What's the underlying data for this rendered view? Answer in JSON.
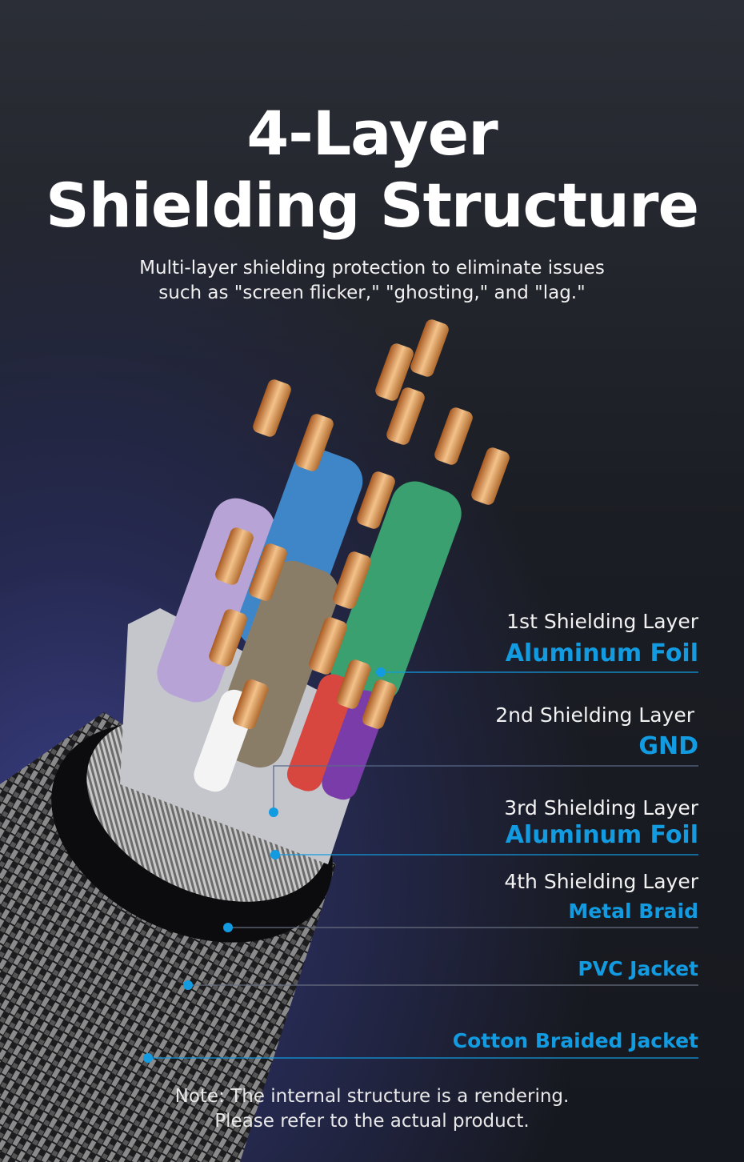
{
  "title_line1": "4-Layer",
  "title_line2": "Shielding Structure",
  "subtitle_line1": "Multi-layer shielding protection to eliminate issues",
  "subtitle_line2": "such as \"screen flicker,\" \"ghosting,\" and \"lag.\"",
  "layers": [
    {
      "heading": "1st Shielding Layer",
      "material": "Aluminum Foil"
    },
    {
      "heading": "2nd Shielding Layer",
      "material": "GND"
    },
    {
      "heading": "3rd Shielding Layer",
      "material": "Aluminum Foil"
    },
    {
      "heading": "4th Shielding Layer",
      "material": "Metal Braid"
    },
    {
      "material": "PVC Jacket"
    },
    {
      "material": "Cotton Braided Jacket"
    }
  ],
  "note_line1": "Note: The internal structure is a rendering.",
  "note_line2": "Please refer to the actual product.",
  "accent": "#129be0"
}
